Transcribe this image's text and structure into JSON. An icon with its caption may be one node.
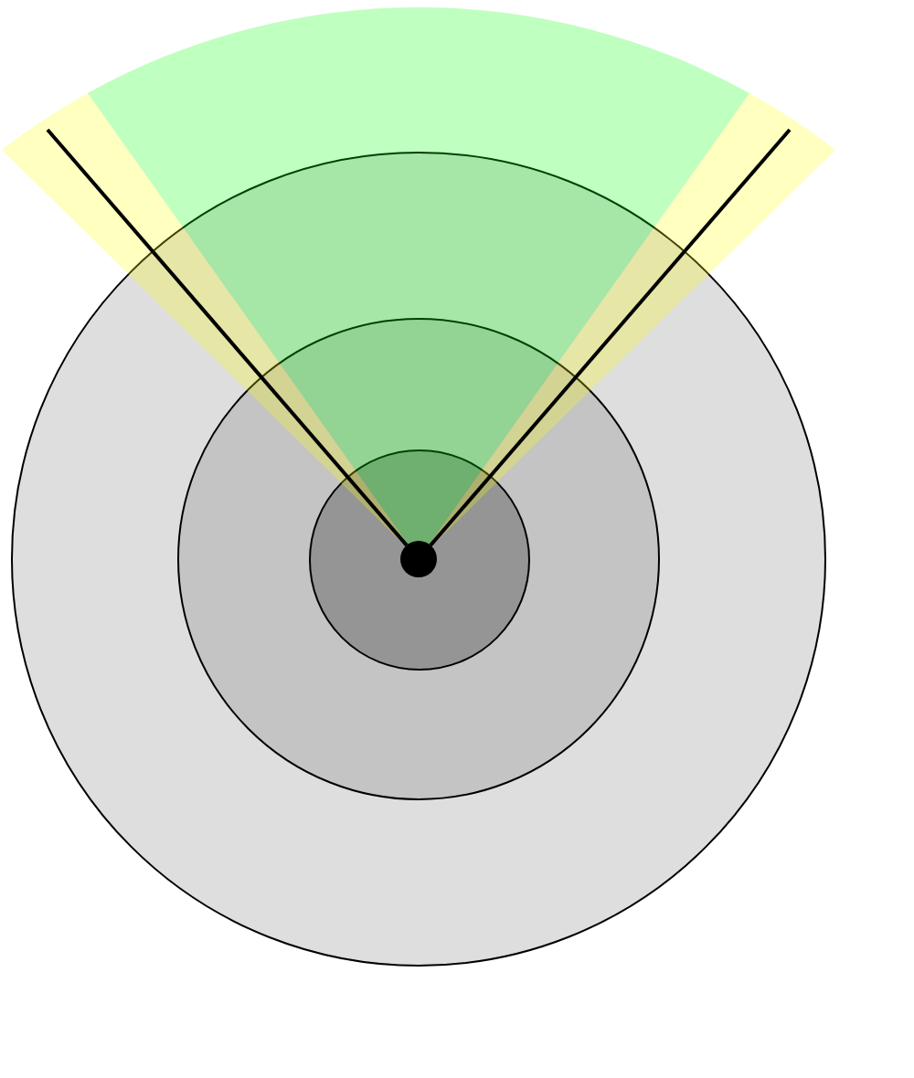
{
  "diagram": {
    "nodes": [
      {
        "text": [],
        "shape": "wedge"
      },
      {
        "text": [],
        "shape": "wedge",
        "in": 0
      },
      {
        "text": [],
        "shape": "circle"
      },
      {
        "text": [],
        "shape": "circle",
        "in": 2
      },
      {
        "text": [],
        "shape": "circle",
        "in": 3
      },
      {
        "text": [],
        "shape": "circle",
        "in": 4
      }
    ],
    "edges": [
      {
        "from": 5,
        "to": 0,
        "arrow": "none"
      },
      {
        "from": 5,
        "to": 0,
        "arrow": "none"
      }
    ]
  }
}
